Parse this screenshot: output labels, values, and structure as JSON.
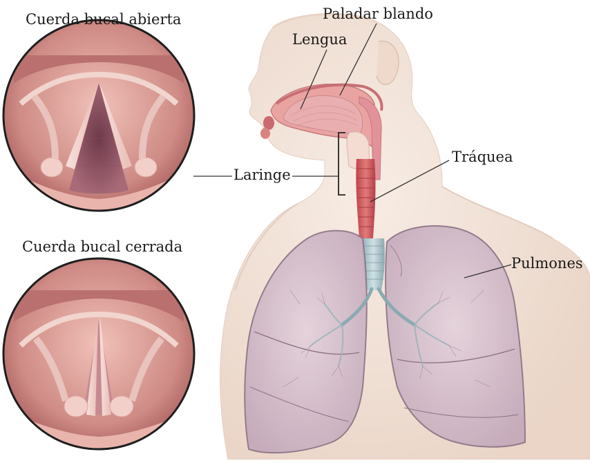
{
  "labels": {
    "vocal_open": "Cuerda bucal abierta",
    "vocal_closed": "Cuerda bucal cerrada",
    "soft_palate": "Paladar blando",
    "tongue": "Lengua",
    "larynx": "Laringe",
    "trachea": "Tráquea",
    "lungs": "Pulmones"
  },
  "colors": {
    "skin": "#f3e3d7",
    "skin_shadow": "#e6cdbd",
    "tissue": "#e8a0a0",
    "tissue_dark": "#b86a6e",
    "lung_fill": "#d8c3cf",
    "lung_edge": "#8f7786",
    "trachea_blue": "#a9c6cc",
    "circle_frame": "#1e1e1e"
  }
}
